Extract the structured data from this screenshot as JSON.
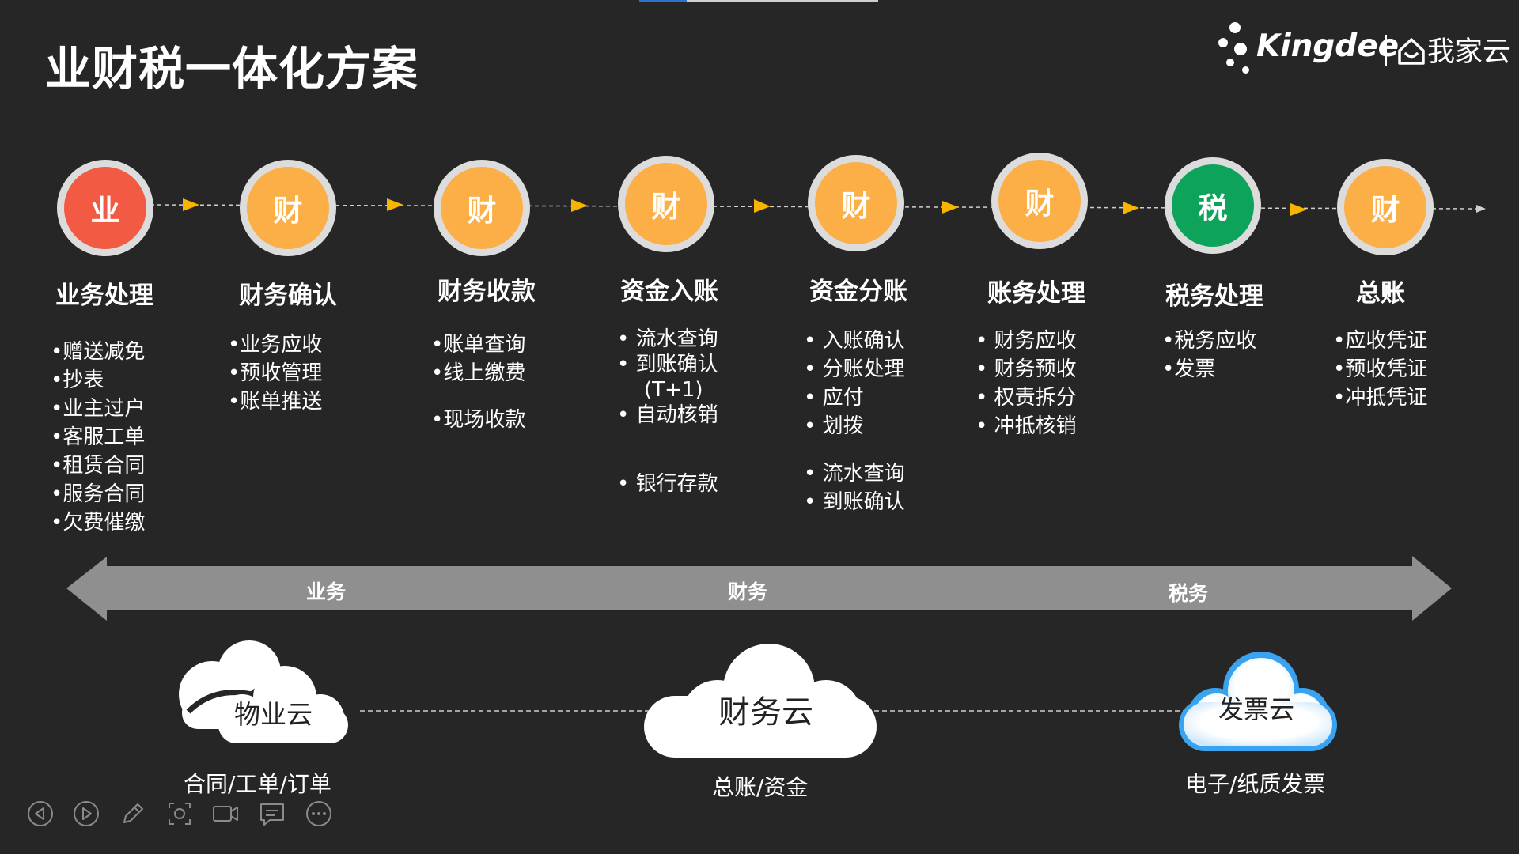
{
  "title": "业财税一体化方案",
  "logo": {
    "word": "Kingdee",
    "cn": "我家云"
  },
  "steps": [
    {
      "char": "业",
      "color": "#f35a44",
      "title": "业务处理",
      "items": [
        "•赠送减免",
        "•抄表",
        "•业主过户",
        "•客服工单",
        "•租赁合同",
        "•服务合同",
        "•欠费催缴"
      ]
    },
    {
      "char": "财",
      "color": "#fcae47",
      "title": "财务确认",
      "items": [
        "•业务应收",
        "•预收管理",
        "•账单推送"
      ]
    },
    {
      "char": "财",
      "color": "#fcae47",
      "title": "财务收款",
      "items": [
        "•账单查询",
        "•线上缴费"
      ],
      "items2": [
        "•现场收款"
      ]
    },
    {
      "char": "财",
      "color": "#fcae47",
      "title": "资金入账",
      "items": [
        "• 流水查询",
        "• 到账确认",
        "   (T+1)",
        "• 自动核销"
      ],
      "items2": [
        "• 银行存款"
      ]
    },
    {
      "char": "财",
      "color": "#fcae47",
      "title": "资金分账",
      "items": [
        "• 入账确认",
        "• 分账处理",
        "• 应付",
        "• 划拨"
      ],
      "items2": [
        "• 流水查询",
        "• 到账确认"
      ]
    },
    {
      "char": "财",
      "color": "#fcae47",
      "title": "账务处理",
      "items": [
        "• 财务应收",
        "• 财务预收",
        "• 权责拆分",
        "• 冲抵核销"
      ]
    },
    {
      "char": "税",
      "color": "#0ea35a",
      "title": "税务处理",
      "items": [
        "•税务应收",
        "•发票"
      ]
    },
    {
      "char": "财",
      "color": "#fcae47",
      "title": "总账",
      "items": [
        "•应收凭证",
        "•预收凭证",
        "•冲抵凭证"
      ]
    }
  ],
  "band": {
    "left": "业务",
    "middle": "财务",
    "right": "税务"
  },
  "clouds": [
    {
      "name": "物业云",
      "sub": "合同/工单/订单"
    },
    {
      "name": "财务云",
      "sub": "总账/资金"
    },
    {
      "name": "发票云",
      "sub": "电子/纸质发票"
    }
  ],
  "colors": {
    "background": "#262627",
    "arrow": "#f7b500",
    "band": "#8f8f8f",
    "cloud_blue": "#3aa3f0"
  },
  "toolbar_icons": [
    "prev-icon",
    "next-icon",
    "pen-icon",
    "screenshot-icon",
    "camera-icon",
    "comment-icon",
    "more-icon"
  ]
}
